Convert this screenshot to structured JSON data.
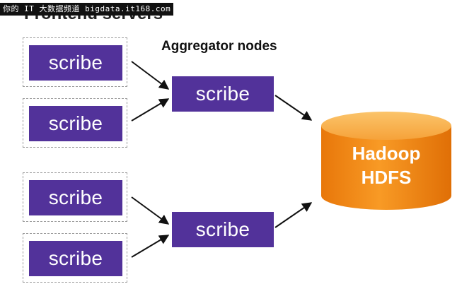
{
  "watermark": "你的 IT 大数据频道 bigdata.it168.com",
  "frontend_title": "Frontend servers",
  "aggregator_title": "Aggregator nodes",
  "scribe_label": "scribe",
  "hdfs": {
    "line1": "Hadoop",
    "line2": "HDFS"
  },
  "colors": {
    "scribe_box": "#52329a",
    "hdfs_cylinder": "#f28a12",
    "server_border": "#9a9a9a"
  }
}
